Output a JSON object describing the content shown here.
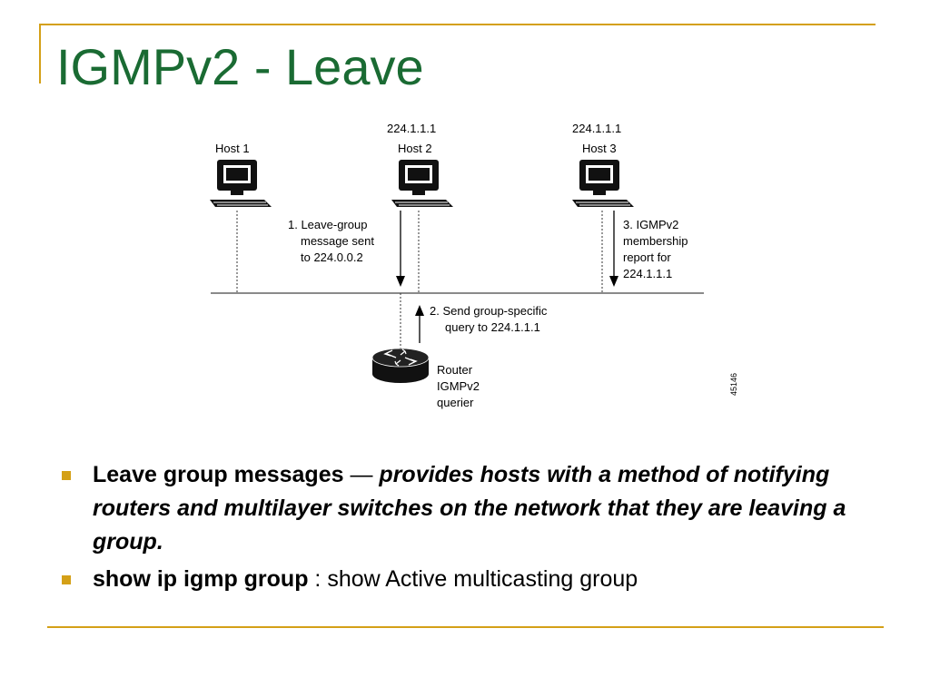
{
  "slide": {
    "title": "IGMPv2 - Leave",
    "accent_color": "#d4a017",
    "title_color": "#1a6b33"
  },
  "diagram": {
    "host1": {
      "name": "Host 1"
    },
    "host2": {
      "group": "224.1.1.1",
      "name": "Host 2"
    },
    "host3": {
      "group": "224.1.1.1",
      "name": "Host 3"
    },
    "step1": [
      "1. Leave-group",
      "message sent",
      "to 224.0.0.2"
    ],
    "step2": [
      "2. Send group-specific",
      "query to 224.1.1.1"
    ],
    "step3": [
      "3. IGMPv2",
      "membership",
      "report for",
      "224.1.1.1"
    ],
    "router": [
      "Router",
      "IGMPv2",
      "querier"
    ],
    "figure_id": "45146"
  },
  "bullets": [
    {
      "term": "Leave group messages",
      "dash": " — ",
      "description": "provides hosts with a method of notifying routers and multilayer switches on the network that they are leaving a group."
    },
    {
      "term": "show ip igmp group",
      "description": " : show Active multicasting group"
    }
  ]
}
